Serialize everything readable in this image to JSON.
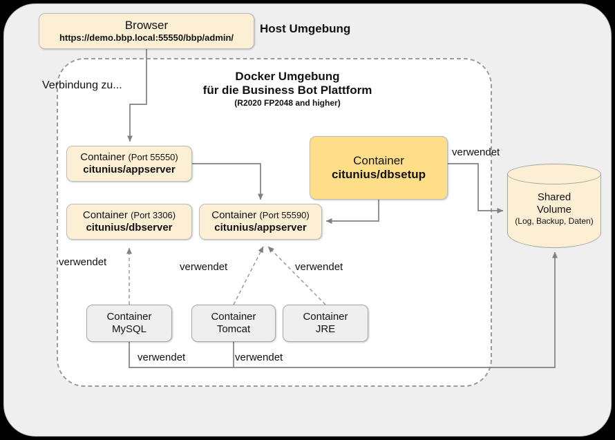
{
  "diagram": {
    "host": {
      "title": "Host Umgebung"
    },
    "docker": {
      "title_line1": "Docker Umgebung",
      "title_line2": "für die Business Bot Plattform",
      "title_line3": "(R2020 FP2048 and higher)"
    },
    "browser": {
      "name": "Browser",
      "url": "https://demo.bbp.local:55550/bbp/admin/"
    },
    "nodes": {
      "appserver_55550": {
        "line1": "Container ",
        "port": "(Port 55550)",
        "line2": "citunius/appserver"
      },
      "dbserver_3306": {
        "line1": "Container ",
        "port": "(Port 3306)",
        "line2": "citunius/dbserver"
      },
      "appserver_55590": {
        "line1": "Container ",
        "port": "(Port 55590)",
        "line2": "citunius/appserver"
      },
      "dbsetup": {
        "line1": "Container",
        "line2": "citunius/dbsetup"
      },
      "mysql": {
        "line1": "Container",
        "line2": "MySQL"
      },
      "tomcat": {
        "line1": "Container",
        "line2": "Tomcat"
      },
      "jre": {
        "line1": "Container",
        "line2": "JRE"
      }
    },
    "volume": {
      "line1": "Shared",
      "line2": "Volume",
      "line3": "(Log, Backup, Daten)"
    },
    "edges": {
      "browser_to_appserver": "Verbindung zu...",
      "mysql_to_dbserver": "verwendet",
      "tomcat_to_appserver": "verwendet",
      "jre_to_appserver": "verwendet",
      "dbsetup_to_volume": "verwendet",
      "mysql_to_volume": "verwendet",
      "tomcat_to_volume": "verwendet"
    },
    "colors": {
      "canvas": "#000000",
      "host_bg": "#EFEFEF",
      "docker_bg": "#FFFFFF",
      "node_yellow_light": "#FCEFD4",
      "node_yellow_strong": "#FFDE8A",
      "node_gray": "#EFEFEF",
      "border_gray": "#A6A6A6",
      "connector": "#808080",
      "dashed_border": "#9A9A9A",
      "text": "#111111"
    }
  }
}
